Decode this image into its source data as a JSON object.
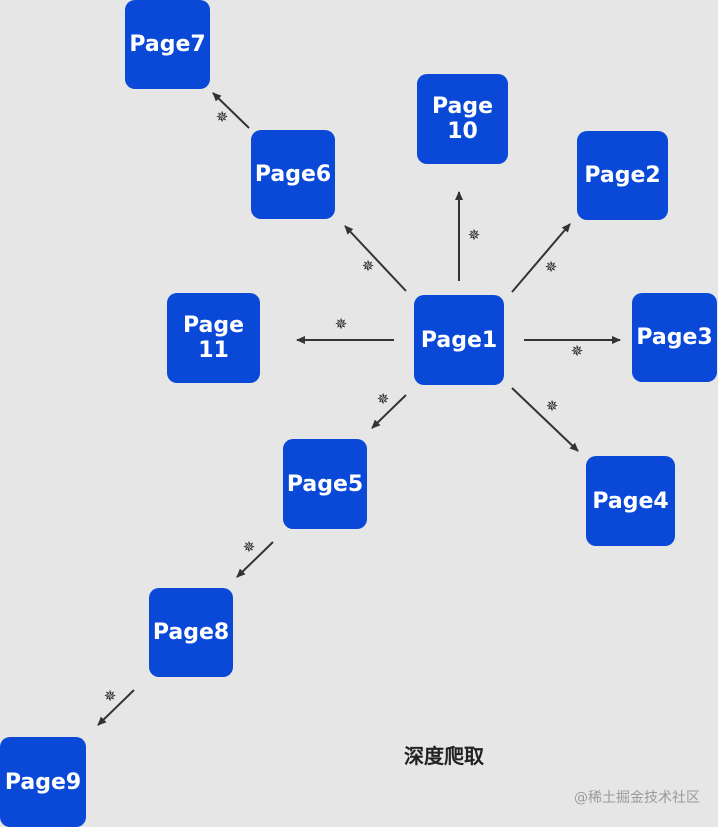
{
  "diagram": {
    "caption": "深度爬取",
    "credit": "@稀土掘金技术社区",
    "colors": {
      "node": "#0a49d8",
      "arrow": "#333333",
      "background": "#e6e6e6"
    },
    "nodes": [
      {
        "id": "page1",
        "label": "Page1"
      },
      {
        "id": "page2",
        "label": "Page2"
      },
      {
        "id": "page3",
        "label": "Page3"
      },
      {
        "id": "page4",
        "label": "Page4"
      },
      {
        "id": "page5",
        "label": "Page5"
      },
      {
        "id": "page6",
        "label": "Page6"
      },
      {
        "id": "page7",
        "label": "Page7"
      },
      {
        "id": "page8",
        "label": "Page8"
      },
      {
        "id": "page9",
        "label": "Page9"
      },
      {
        "id": "page10",
        "label": "Page\n10"
      },
      {
        "id": "page11",
        "label": "Page\n11"
      }
    ],
    "edges": [
      {
        "from": "page1",
        "to": "page10"
      },
      {
        "from": "page1",
        "to": "page2"
      },
      {
        "from": "page1",
        "to": "page3"
      },
      {
        "from": "page1",
        "to": "page4"
      },
      {
        "from": "page1",
        "to": "page5"
      },
      {
        "from": "page1",
        "to": "page11"
      },
      {
        "from": "page1",
        "to": "page6"
      },
      {
        "from": "page6",
        "to": "page7"
      },
      {
        "from": "page5",
        "to": "page8"
      },
      {
        "from": "page8",
        "to": "page9"
      }
    ],
    "edge_icon": "spider-icon"
  }
}
